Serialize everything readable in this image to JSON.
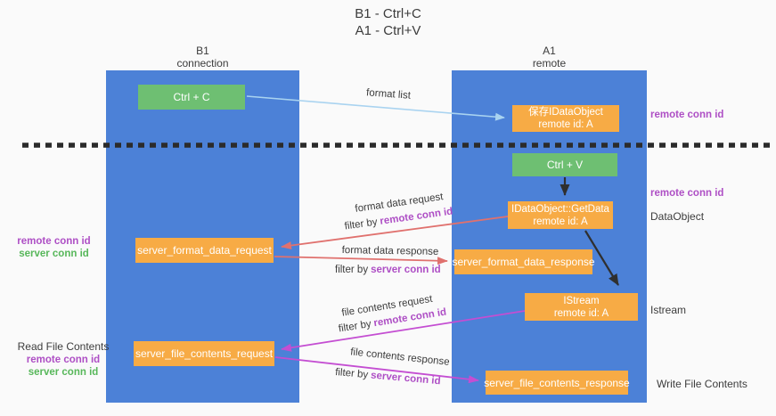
{
  "title": {
    "line1": "B1 - Ctrl+C",
    "line2": "A1 - Ctrl+V"
  },
  "lanes": {
    "left": {
      "name": "B1",
      "subtitle": "connection"
    },
    "right": {
      "name": "A1",
      "subtitle": "remote"
    }
  },
  "nodes": {
    "ctrl_c": {
      "label": "Ctrl + C"
    },
    "ctrl_v": {
      "label": "Ctrl + V"
    },
    "save_dataobject": {
      "line1": "保存IDataObject",
      "line2": "remote id: A"
    },
    "getdata": {
      "line1": "IDataObject::GetData",
      "line2": "remote id: A"
    },
    "istream": {
      "line1": "IStream",
      "line2": "remote id: A"
    },
    "server_format_data_request": {
      "label": "server_format_data_request"
    },
    "server_format_data_response": {
      "label": "server_format_data_response"
    },
    "server_file_contents_request": {
      "label": "server_file_contents_request"
    },
    "server_file_contents_response": {
      "label": "server_file_contents_response"
    }
  },
  "arrows": {
    "format_list": {
      "label": "format list"
    },
    "format_data_request": {
      "label": "format data request",
      "filter_prefix": "filter by",
      "filter_key": "remote conn id"
    },
    "format_data_response": {
      "label": "format data response",
      "filter_prefix": "filter by",
      "filter_key": "server conn id"
    },
    "file_contents_request": {
      "label": "file contents request",
      "filter_prefix": "filter by",
      "filter_key": "remote conn id"
    },
    "file_contents_response": {
      "label": "file contents response",
      "filter_prefix": "filter by",
      "filter_key": "server conn id"
    }
  },
  "side_labels": {
    "right_remote_conn_id_top": "remote conn id",
    "right_remote_conn_id_mid": "remote conn id",
    "right_dataobject": "DataObject",
    "right_istream": "Istream",
    "right_write_file_contents": "Write File Contents",
    "left_remote_conn_id_mid": "remote conn id",
    "left_server_conn_id_mid": "server conn id",
    "left_read_file_contents": "Read File Contents",
    "left_remote_conn_id_bottom": "remote conn id",
    "left_server_conn_id_bottom": "server conn id"
  },
  "colors": {
    "lane_blue": "#4c81d7",
    "box_orange": "#f7ab45",
    "box_green": "#6ebf72",
    "arrow_light_blue": "#a9d3f0",
    "arrow_red": "#e0716e",
    "arrow_magenta": "#c44ed2",
    "arrow_black": "#2f2f2f",
    "text_purple": "#ae4fc5",
    "text_green": "#57b75a",
    "text_dark": "#3c3c3c",
    "background": "#fafafa"
  }
}
